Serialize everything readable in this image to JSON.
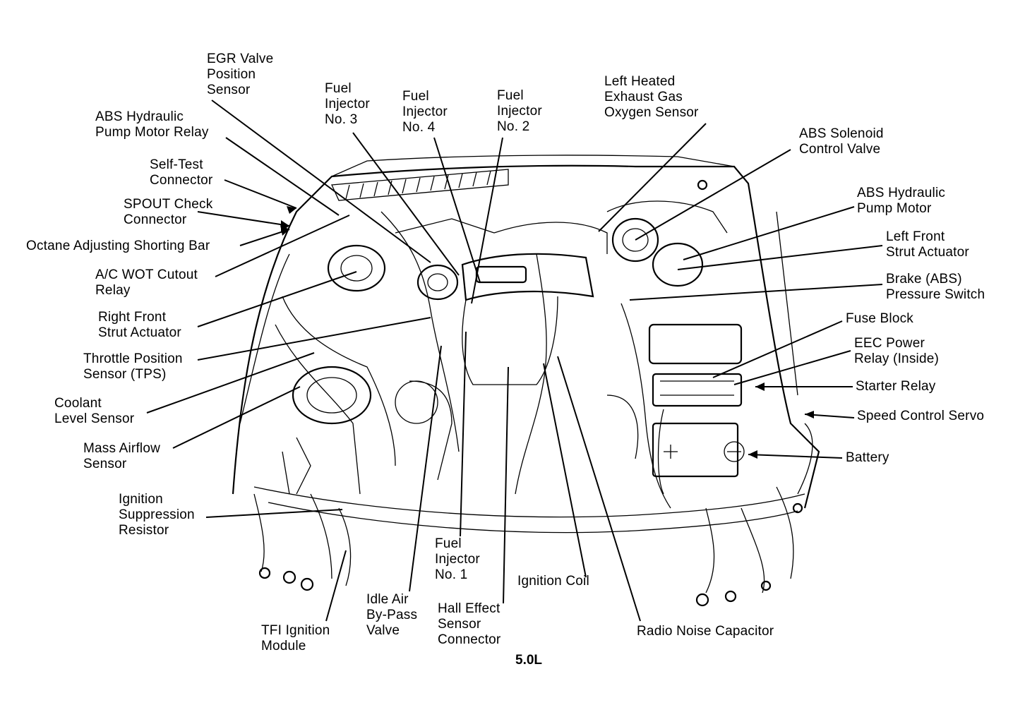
{
  "diagram": {
    "caption": "5.0L",
    "labels": {
      "egr_valve": "EGR Valve\nPosition\nSensor",
      "abs_pump_relay": "ABS Hydraulic\nPump Motor Relay",
      "self_test": "Self-Test\nConnector",
      "spout_check": "SPOUT Check\nConnector",
      "octane_bar": "Octane Adjusting Shorting Bar",
      "ac_wot": "A/C WOT Cutout\nRelay",
      "rf_strut": "Right Front\nStrut Actuator",
      "tps": "Throttle Position\nSensor (TPS)",
      "coolant": "Coolant\nLevel Sensor",
      "maf": "Mass Airflow\nSensor",
      "ign_supp": "Ignition\nSuppression\nResistor",
      "tfi": "TFI Ignition\nModule",
      "idle_air": "Idle Air\nBy-Pass\nValve",
      "inj1": "Fuel\nInjector\nNo. 1",
      "hall": "Hall Effect\nSensor\nConnector",
      "ign_coil": "Ignition Coil",
      "radio_cap": "Radio Noise Capacitor",
      "inj3": "Fuel\nInjector\nNo. 3",
      "inj4": "Fuel\nInjector\nNo. 4",
      "inj2": "Fuel\nInjector\nNo. 2",
      "lho2s": "Left Heated\nExhaust Gas\nOxygen Sensor",
      "abs_solenoid": "ABS Solenoid\nControl Valve",
      "abs_pump": "ABS Hydraulic\nPump Motor",
      "lf_strut": "Left Front\nStrut Actuator",
      "brake_switch": "Brake (ABS)\nPressure Switch",
      "fuse_block": "Fuse Block",
      "eec_relay": "EEC Power\nRelay (Inside)",
      "starter_relay": "Starter Relay",
      "speed_servo": "Speed Control Servo",
      "battery": "Battery"
    }
  }
}
